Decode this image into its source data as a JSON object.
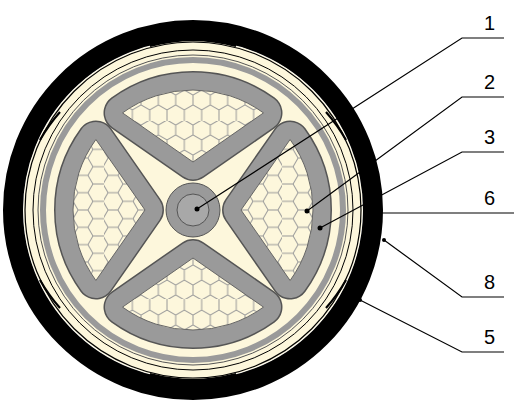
{
  "diagram": {
    "labels": [
      "1",
      "2",
      "3",
      "6",
      "8",
      "5"
    ]
  }
}
